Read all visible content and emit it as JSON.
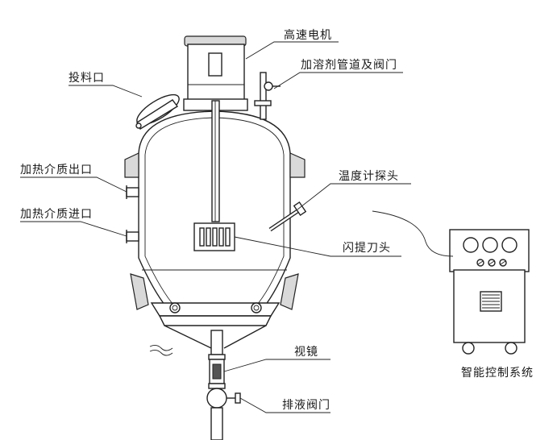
{
  "labels": {
    "motor": "高速电机",
    "solvent_pipe": "加溶剂管道及阀门",
    "feed_port": "投料口",
    "heat_outlet": "加热介质出口",
    "heat_inlet": "加热介质进口",
    "temp_probe": "温度计探头",
    "blade": "闪提刀头",
    "sight_glass": "视镜",
    "drain_valve": "排液阀门",
    "control_system": "智能控制系统"
  }
}
